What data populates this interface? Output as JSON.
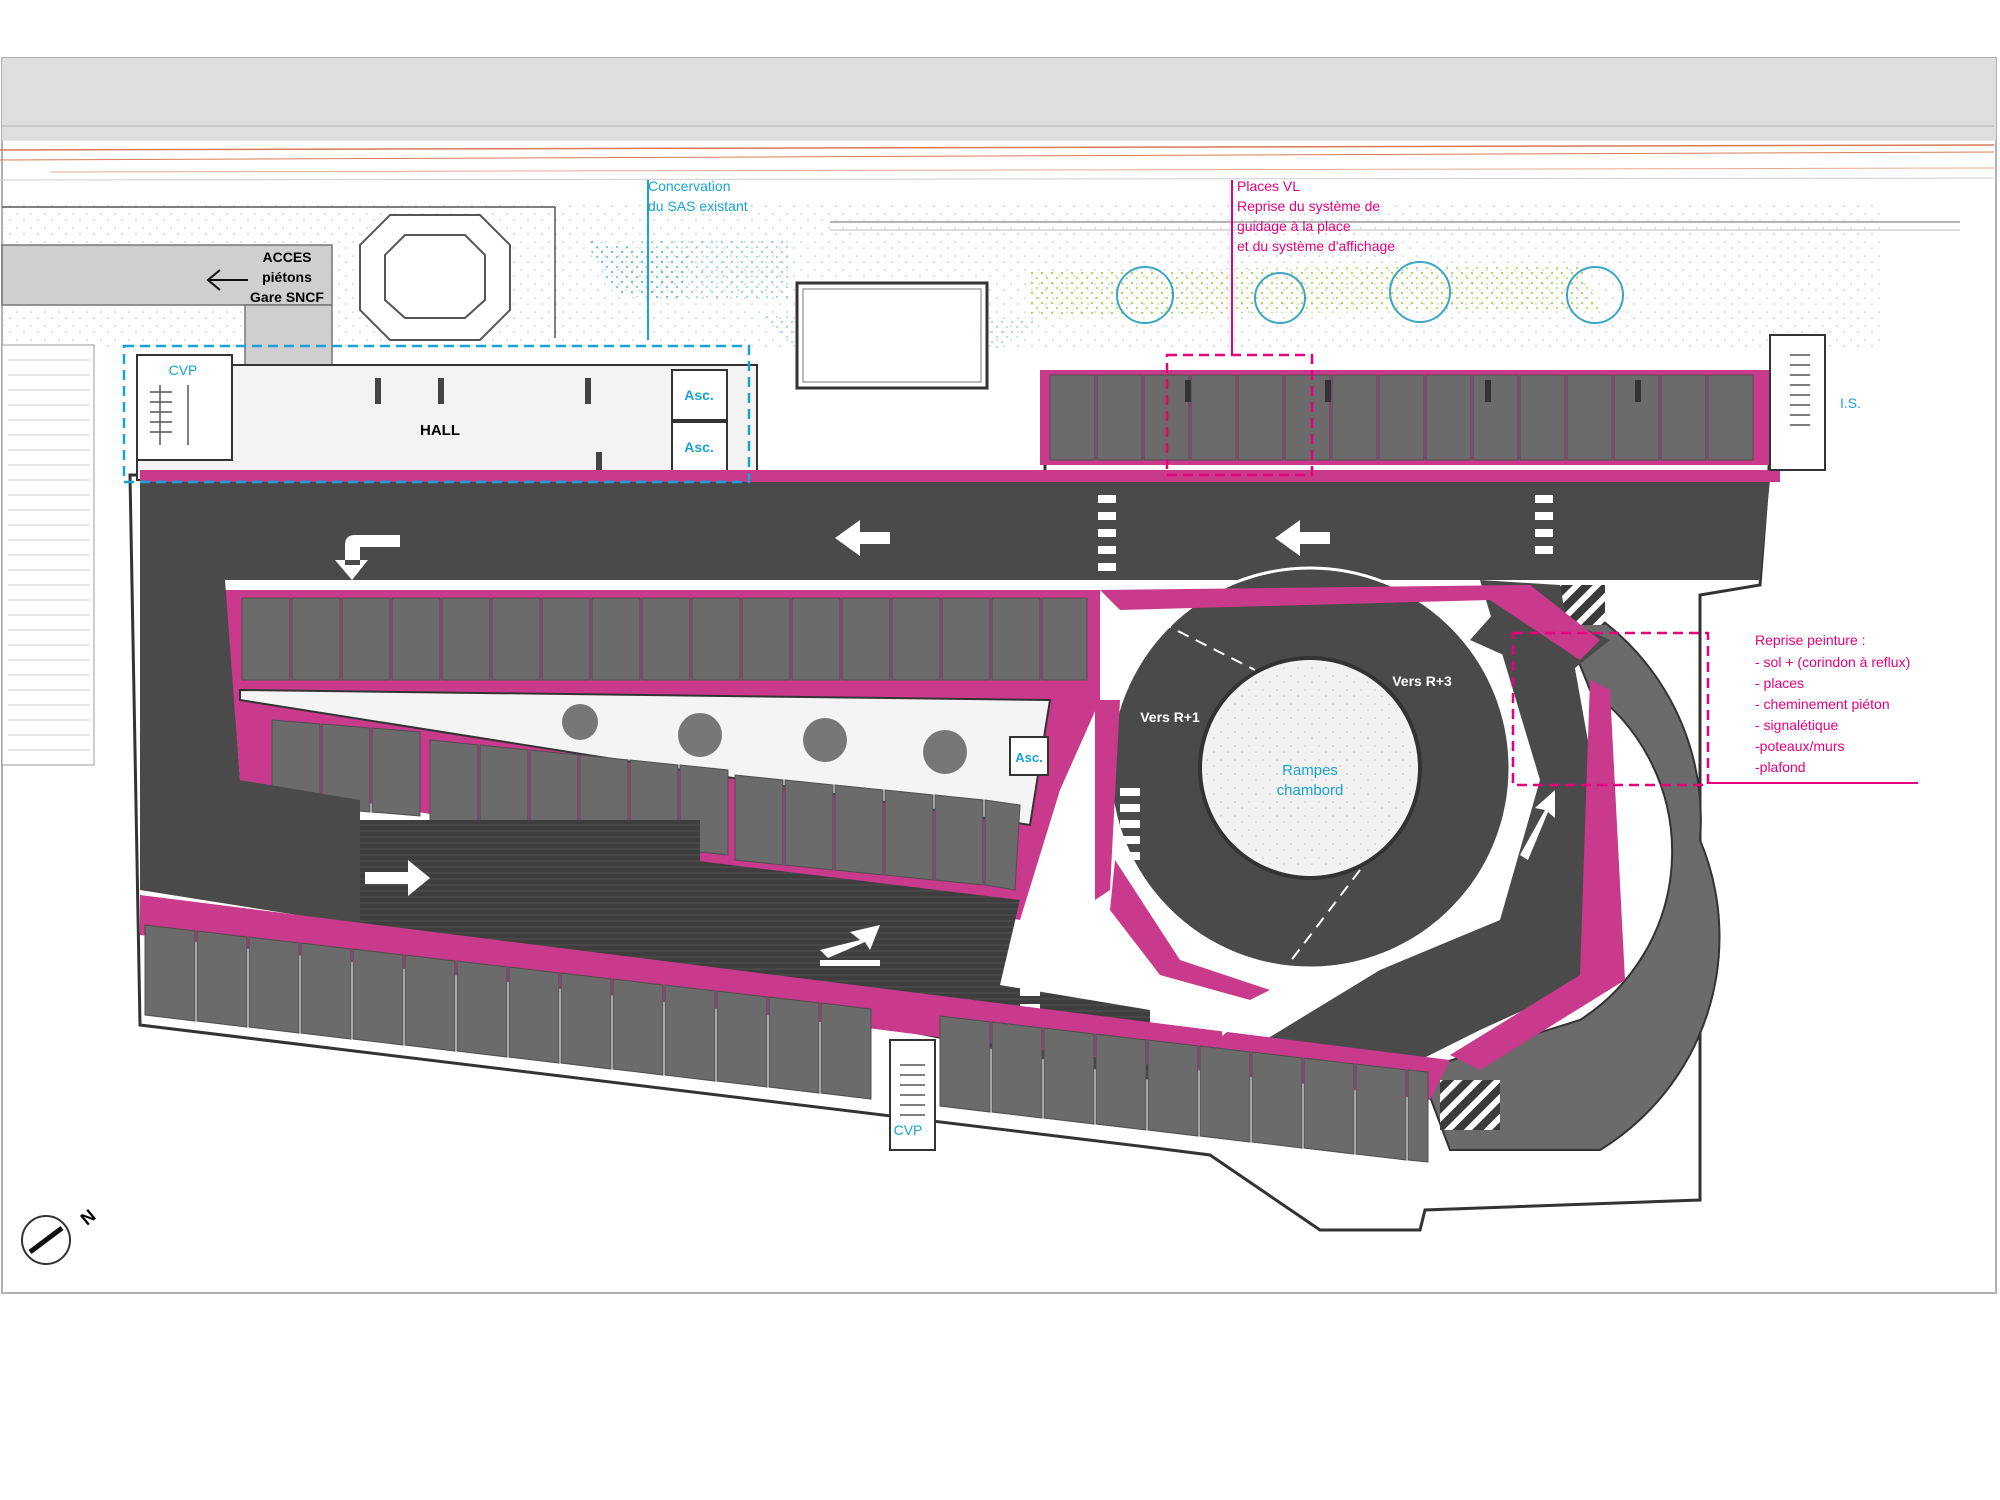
{
  "colors": {
    "paint": "#c93a8c",
    "annotation_magenta": "#e6007e",
    "annotation_cyan": "#1aa3d6",
    "asphalt": "#4a4a4a",
    "parking_space": "#6b6b6b",
    "outer_gray": "#dcdcdc"
  },
  "labels": {
    "acces_line1": "ACCES",
    "acces_line2": "piétons",
    "acces_line3": "Gare SNCF",
    "hall": "HALL",
    "cvp_top": "CVP",
    "cvp_bottom": "CVP",
    "asc1": "Asc.",
    "asc2": "Asc.",
    "asc3": "Asc.",
    "is": "I.S.",
    "vers_r1": "Vers R+1",
    "vers_r3": "Vers R+3",
    "rampes_line1": "Rampes",
    "rampes_line2": "chambord",
    "north": "N"
  },
  "annotations": {
    "sas_line1": "Concervation",
    "sas_line2": "du SAS existant",
    "places_line1": "Places VL",
    "places_line2": "Reprise du système de",
    "places_line3": "guidage à la place",
    "places_line4": "et du système d'affichage",
    "peinture_title": "Reprise peinture :",
    "peinture_items": [
      "- sol + (corindon à reflux)",
      "- places",
      "- cheminement piéton",
      "- signalétique",
      "-poteaux/murs",
      "-plafond"
    ]
  },
  "icons": [
    "arrow-left-icon",
    "turn-arrow-icon",
    "arrow-right-icon",
    "split-arrow-icon",
    "tree-icon",
    "stairs-icon",
    "north-compass-icon"
  ]
}
